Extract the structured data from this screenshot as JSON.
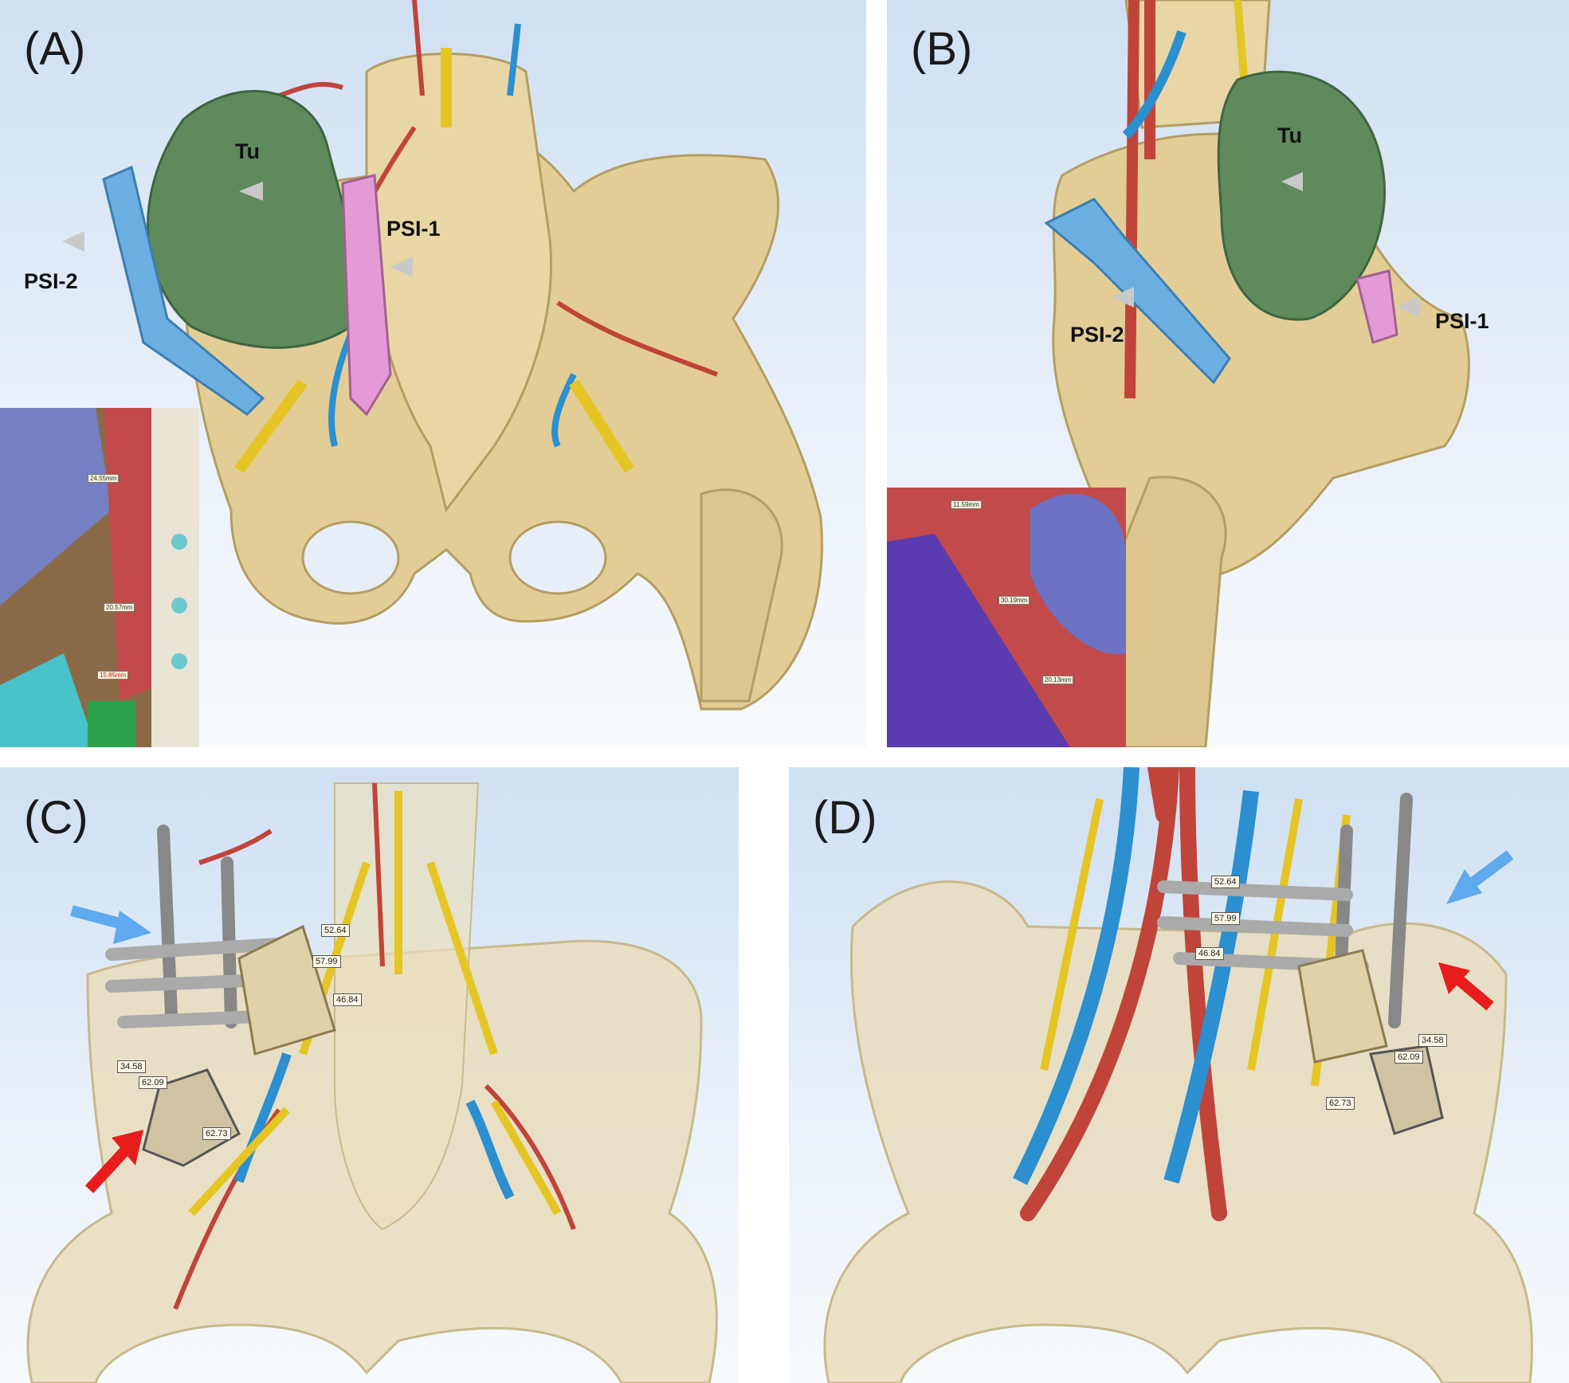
{
  "panels": [
    {
      "id": "A",
      "label": "(A)",
      "annotations": {
        "tumor": "Tu",
        "guide1": "PSI-1",
        "guide2": "PSI-2"
      },
      "inset_measurements": [
        "24.55mm",
        "20.57mm",
        "15.85mm"
      ]
    },
    {
      "id": "B",
      "label": "(B)",
      "annotations": {
        "tumor": "Tu",
        "guide1": "PSI-1",
        "guide2": "PSI-2"
      },
      "inset_measurements": [
        "11.59mm",
        "30.19mm",
        "20.13mm"
      ]
    },
    {
      "id": "C",
      "label": "(C)",
      "measurements": [
        "52.64",
        "57.99",
        "46.84",
        "34.58",
        "62.09",
        "62.73"
      ]
    },
    {
      "id": "D",
      "label": "(D)",
      "measurements": [
        "52.64",
        "57.99",
        "46.84",
        "34.58",
        "62.09",
        "62.73"
      ]
    }
  ],
  "colors": {
    "bone": "#e2cd97",
    "tumor": "#5f8a5c",
    "artery": "#c0443a",
    "vein": "#2b8fd0",
    "nerve": "#e4c524",
    "guide1": "#e49ad6",
    "guide2": "#6aaee2",
    "arrow_red": "#e81c1c",
    "arrow_blue": "#5fa9ee"
  }
}
